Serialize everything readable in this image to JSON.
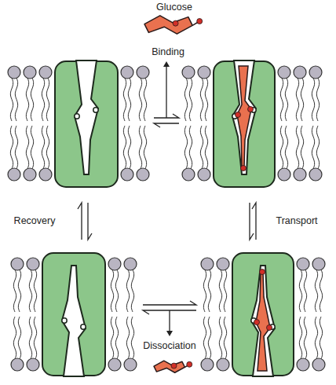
{
  "diagram": {
    "labels": [
      "Glucose",
      "Binding",
      "Recovery",
      "Transport",
      "Dissociation"
    ]
  }
}
